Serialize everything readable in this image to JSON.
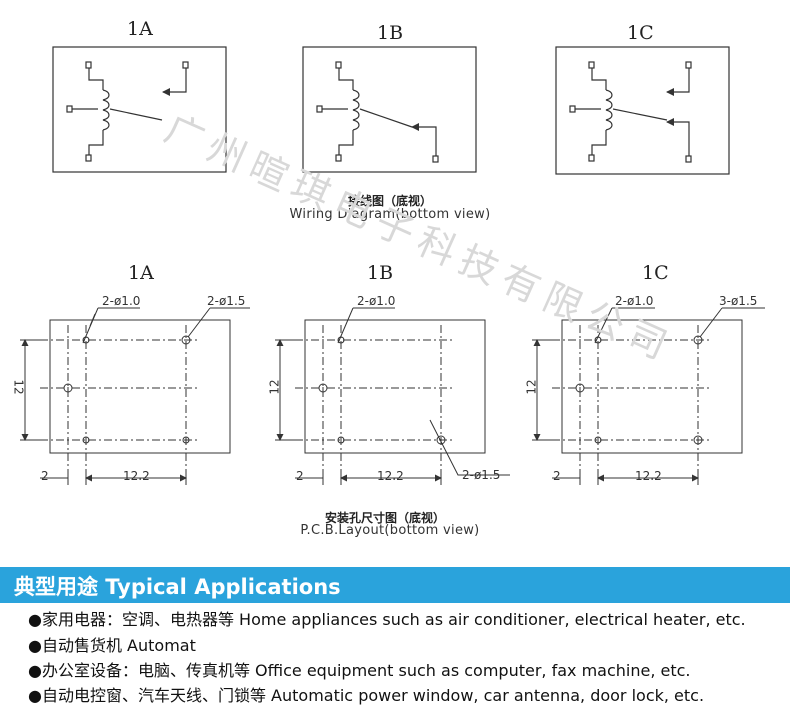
{
  "wiring": {
    "labels": [
      "1A",
      "1B",
      "1C"
    ],
    "caption_cn": "接线图（底视）",
    "caption_en": "Wiring Diagram(bottom view)"
  },
  "pcb": {
    "labels": [
      "1A",
      "1B",
      "1C"
    ],
    "caption_cn": "安装孔尺寸图（底视）",
    "caption_en": "P.C.B.Layout(bottom view)",
    "dims": {
      "hole_small": "2-ø1.0",
      "hole_large_1a": "2-ø1.5",
      "hole_large_1b": "2-ø1.5",
      "hole_large_1c": "3-ø1.5",
      "height": "12",
      "offset": "2",
      "width": "12.2"
    }
  },
  "watermark": "广州暄琪电子科技有限公司",
  "applications": {
    "title": "典型用途 Typical Applications",
    "items": [
      "●家用电器：空调、电热器等 Home appliances such as air conditioner, electrical heater, etc.",
      "●自动售货机  Automat",
      "●办公室设备：电脑、传真机等 Office equipment such as computer, fax machine, etc.",
      "●自动电控窗、汽车天线、门锁等  Automatic power window, car antenna, door lock, etc."
    ]
  },
  "colors": {
    "banner": "#2aa3dc",
    "line": "#333333"
  }
}
